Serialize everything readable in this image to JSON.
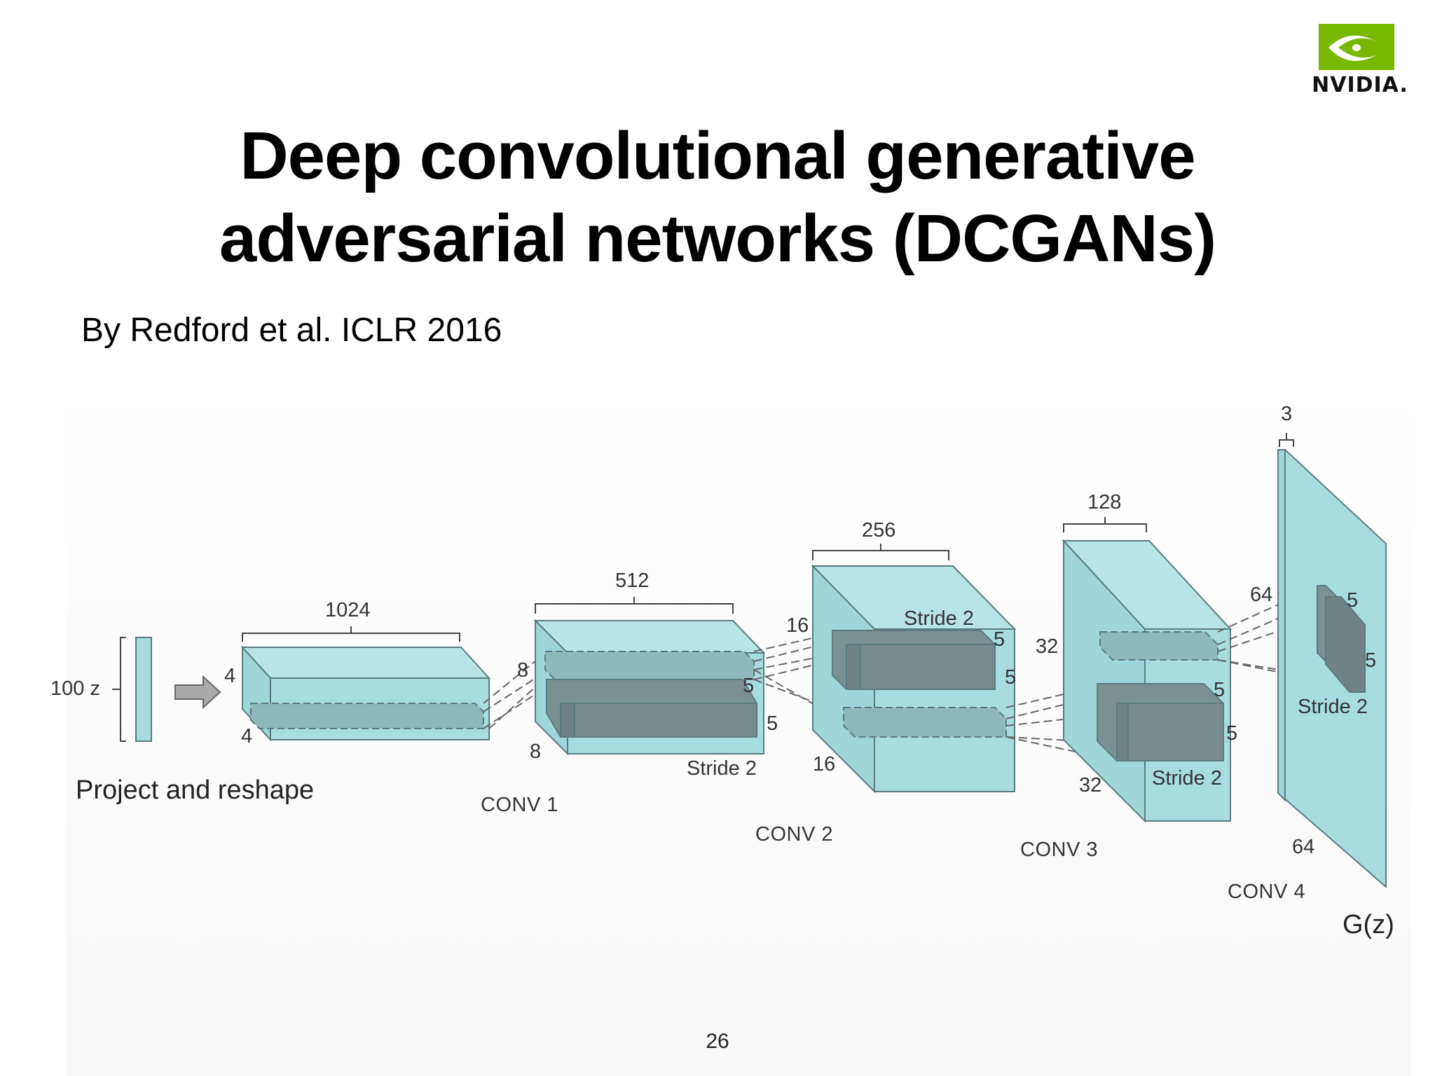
{
  "slide": {
    "title_line1": "Deep convolutional generative",
    "title_line2": "adversarial networks (DCGANs)",
    "citation": "By Redford et al. ICLR 2016",
    "page_number": "26",
    "logo_text": "NVIDIA.",
    "brand_color": "#76b900"
  },
  "diagram": {
    "input_label": "100 z",
    "project_label": "Project and reshape",
    "output_label": "G(z)",
    "block_color": "#a8dde0",
    "kernel_color": "#6f8384",
    "layers": {
      "project": {
        "channels": "1024",
        "height": "4",
        "width": "4"
      },
      "conv1": {
        "caption": "CONV 1",
        "channels": "512",
        "height": "8",
        "width": "8",
        "kernel_a": "5",
        "kernel_b": "5",
        "stride": "Stride 2"
      },
      "conv2": {
        "caption": "CONV 2",
        "channels": "256",
        "height": "16",
        "width": "16",
        "kernel_a": "5",
        "kernel_b": "5",
        "stride": "Stride 2"
      },
      "conv3": {
        "caption": "CONV 3",
        "channels": "128",
        "height": "32",
        "width": "32",
        "kernel_a": "5",
        "kernel_b": "5",
        "stride": "Stride 2"
      },
      "conv4": {
        "caption": "CONV 4",
        "channels": "3",
        "height": "64",
        "width": "64",
        "kernel_a": "5",
        "kernel_b": "5",
        "stride": "Stride 2"
      }
    }
  }
}
